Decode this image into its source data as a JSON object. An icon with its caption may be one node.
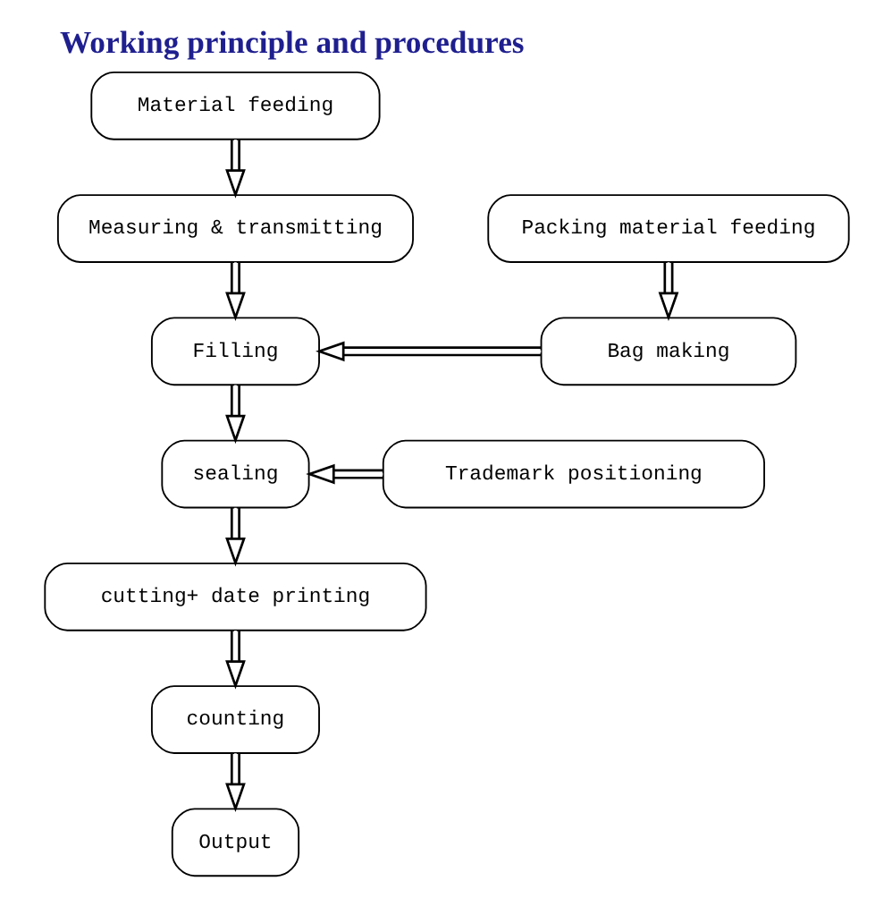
{
  "diagram": {
    "title": "Working principle and procedures",
    "nodes": [
      {
        "text": [
          "Material feeding"
        ]
      },
      {
        "text": [
          "Measuring & transmitting"
        ]
      },
      {
        "text": [
          "Packing material feeding"
        ]
      },
      {
        "text": [
          "Filling"
        ]
      },
      {
        "text": [
          "Bag making"
        ]
      },
      {
        "text": [
          "sealing"
        ]
      },
      {
        "text": [
          "Trademark positioning"
        ]
      },
      {
        "text": [
          "cutting+ date printing"
        ]
      },
      {
        "text": [
          "counting"
        ]
      },
      {
        "text": [
          "Output"
        ]
      }
    ],
    "edges": [
      {
        "from": 0,
        "to": 1,
        "arrow": "to"
      },
      {
        "from": 1,
        "to": 3,
        "arrow": "to"
      },
      {
        "from": 2,
        "to": 4,
        "arrow": "to"
      },
      {
        "from": 4,
        "to": 3,
        "arrow": "to"
      },
      {
        "from": 3,
        "to": 5,
        "arrow": "to"
      },
      {
        "from": 6,
        "to": 5,
        "arrow": "to"
      },
      {
        "from": 5,
        "to": 7,
        "arrow": "to"
      },
      {
        "from": 7,
        "to": 8,
        "arrow": "to"
      },
      {
        "from": 8,
        "to": 9,
        "arrow": "to"
      }
    ]
  }
}
